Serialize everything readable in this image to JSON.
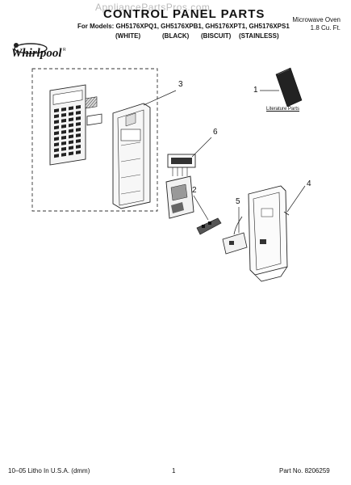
{
  "watermark": "AppliancePartsPros.com",
  "header": {
    "title": "CONTROL PANEL PARTS",
    "models_line": "For Models: GH5176XPQ1, GH5176XPB1, GH5176XPT1, GH5176XPS1",
    "colors": [
      "(WHITE)",
      "(BLACK)",
      "(BISCUIT)",
      "(STAINLESS)"
    ],
    "product_line1": "Microwave Oven",
    "product_line2": "1.8 Cu. Ft."
  },
  "brand": {
    "name": "Whirlpool",
    "badge_text": "R"
  },
  "callouts": [
    "1",
    "2",
    "3",
    "4",
    "5",
    "6"
  ],
  "literature_label": "Literature Parts",
  "footer": {
    "left": "10–05 Litho In U.S.A. (dmm)",
    "page": "1",
    "part_no": "Part No. 8206259"
  }
}
